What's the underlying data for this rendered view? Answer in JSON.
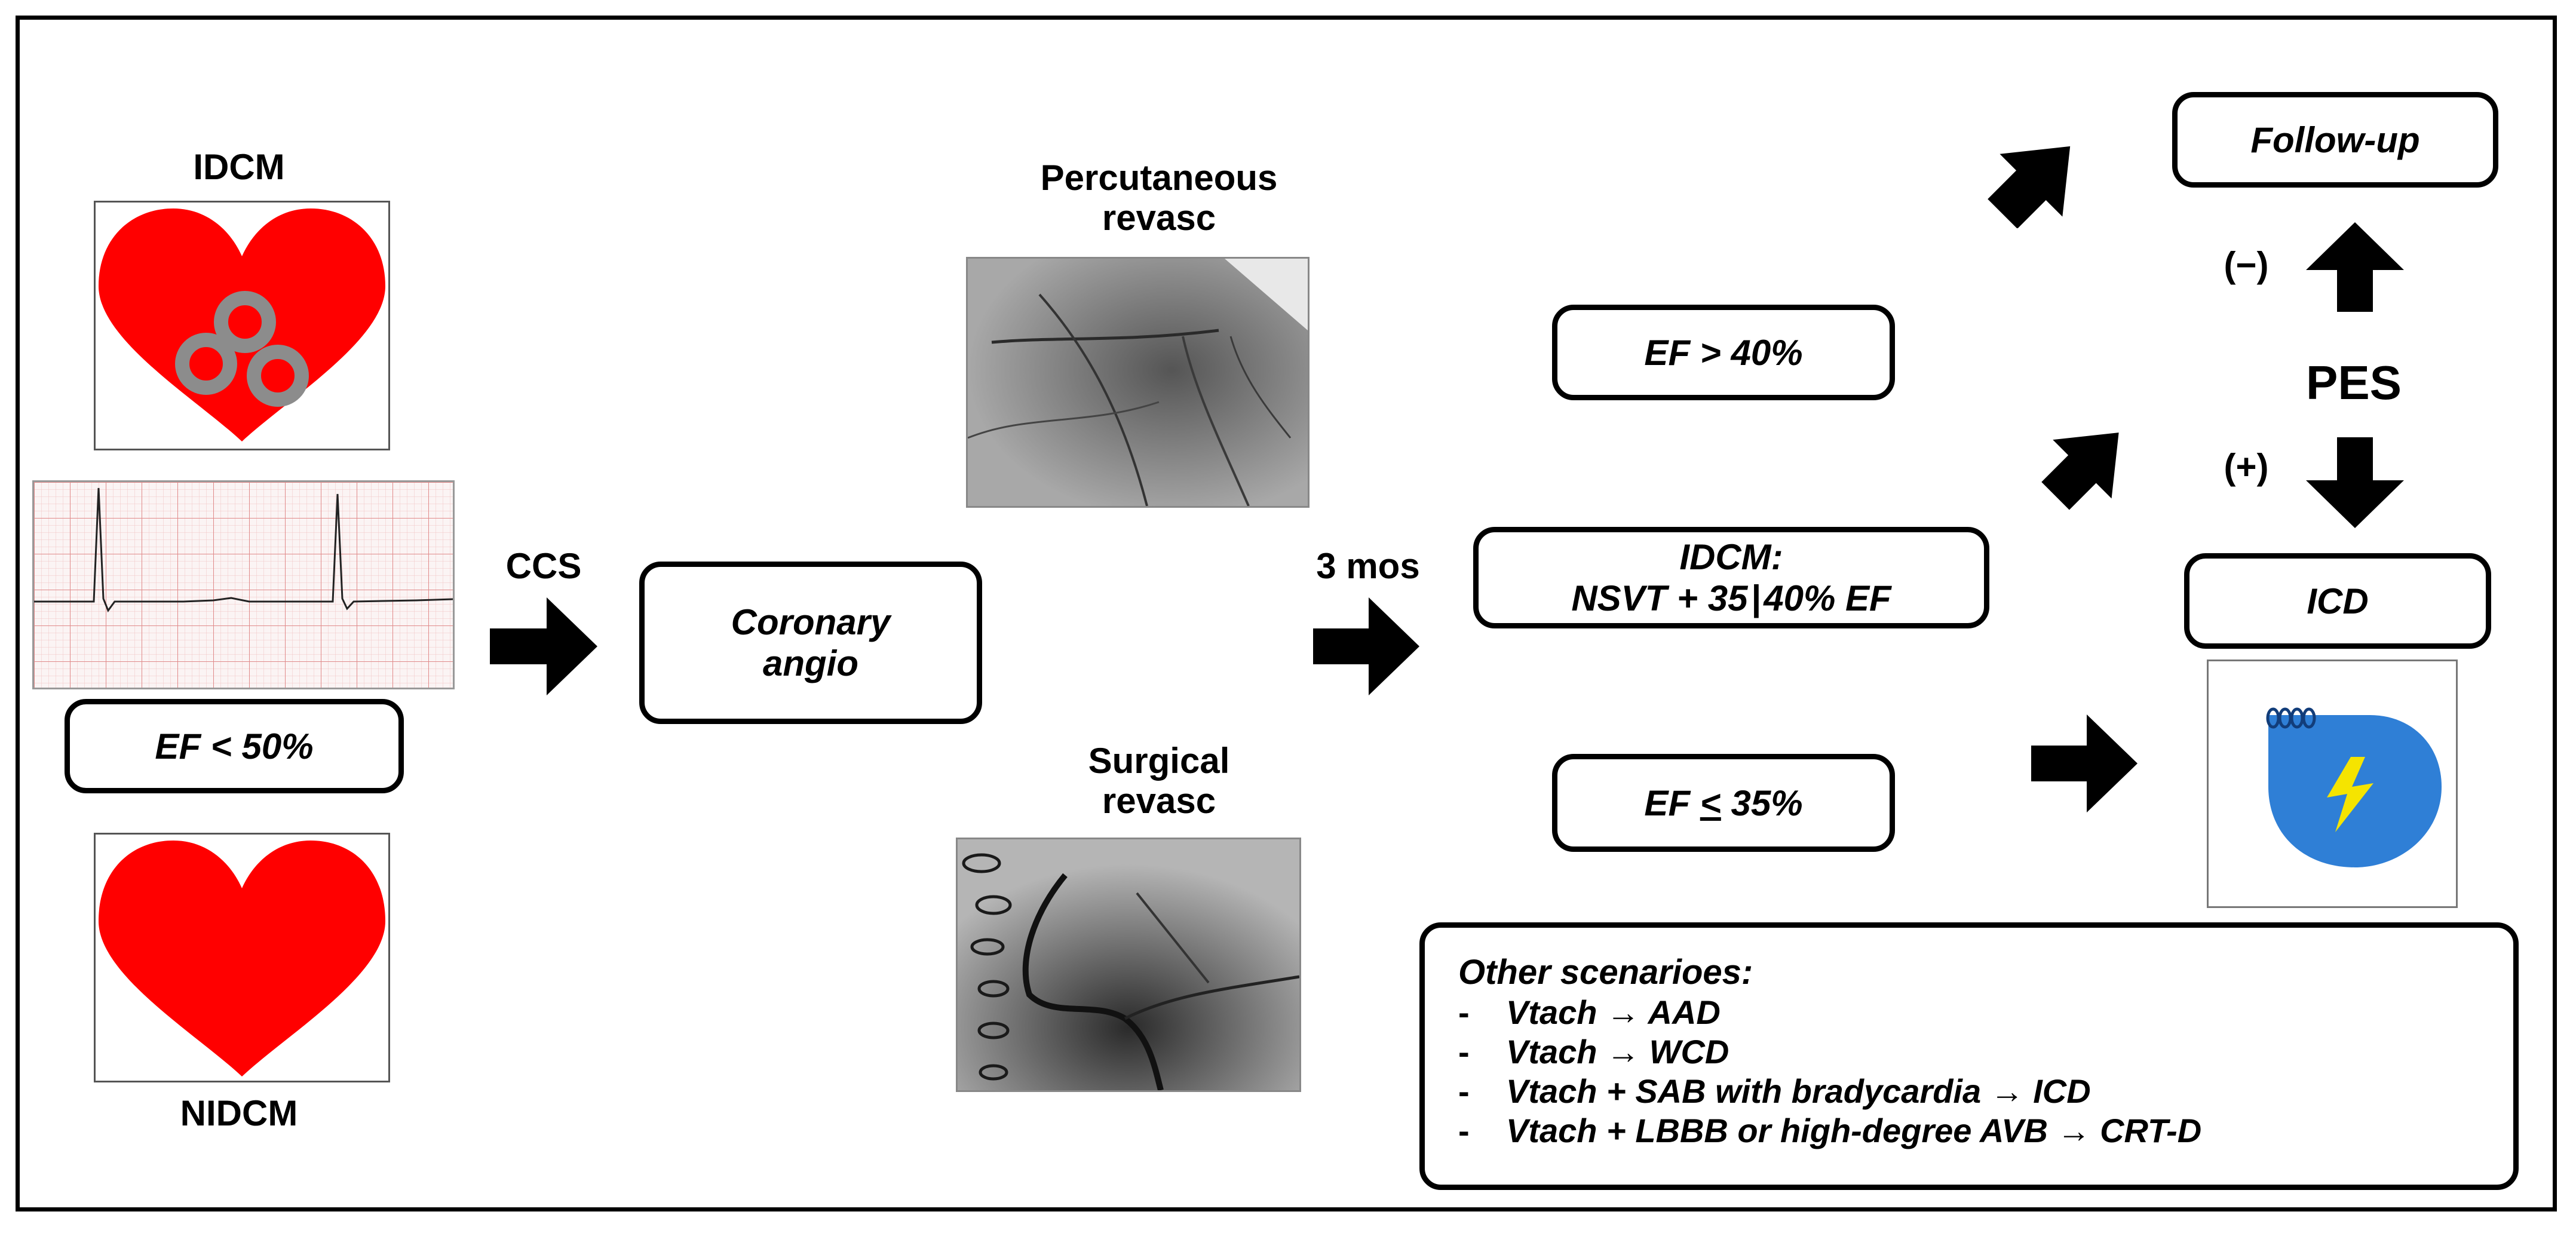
{
  "labels": {
    "idcm": "IDCM",
    "nidcm": "NIDCM",
    "percutaneous": "Percutaneous\nrevasc",
    "surgical": "Surgical\nrevasc",
    "ccs": "CCS",
    "three_mos": "3 mos",
    "pes": "PES",
    "neg": "(−)",
    "pos": "(+)"
  },
  "boxes": {
    "ef_lt_50": "EF < 50%",
    "coronary_angio": "Coronary\nangio",
    "ef_gt_40": "EF > 40%",
    "idcm_nsvt_line1": "IDCM:",
    "idcm_nsvt_line2": "NSVT + 35 | 40% EF",
    "ef_le_prefix": "EF ",
    "ef_le_sign": "<",
    "ef_le_suffix": " 35%",
    "follow_up": "Follow-up",
    "icd": "ICD"
  },
  "other_scenarios": {
    "title": "Other scenarioes:",
    "items": [
      "Vtach → AAD",
      "Vtach → WCD",
      "Vtach + SAB with bradycardia → ICD",
      "Vtach + LBBB or high-degree AVB → CRT-D"
    ]
  },
  "colors": {
    "heart_red": "#ff0000",
    "ring_gray": "#8c8c8c",
    "device_blue": "#2f7fd6",
    "bolt_yellow": "#f5e400",
    "ecg_grid": "#e8a0a0"
  }
}
